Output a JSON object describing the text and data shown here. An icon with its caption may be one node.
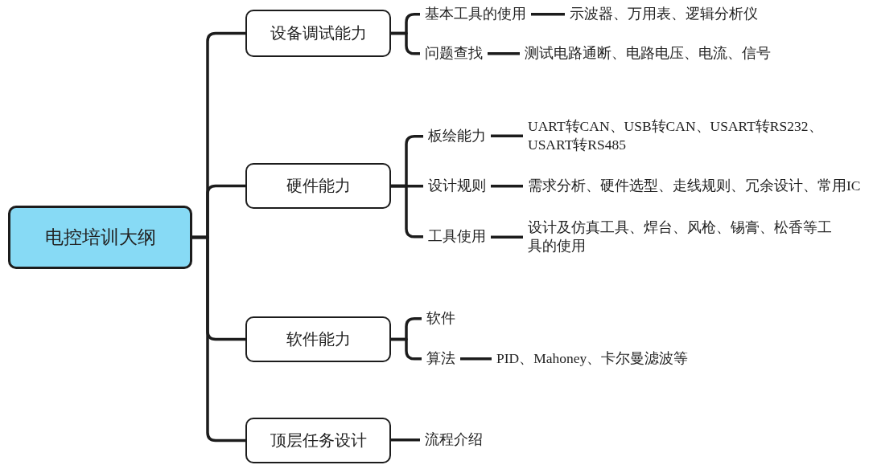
{
  "diagram": {
    "nodes": [
      {
        "text": [
          "电控培训大纲"
        ]
      },
      {
        "text": [
          "设备调试能力"
        ]
      },
      {
        "text": [
          "基本工具的使用"
        ]
      },
      {
        "text": [
          "示波器、万用表、逻辑分析仪"
        ]
      },
      {
        "text": [
          "问题查找"
        ]
      },
      {
        "text": [
          "测试电路通断、电路电压、电流、信号"
        ]
      },
      {
        "text": [
          "硬件能力"
        ]
      },
      {
        "text": [
          "板绘能力"
        ]
      },
      {
        "text": [
          "UART转CAN、USB转CAN、USART转RS232、USART转RS485"
        ]
      },
      {
        "text": [
          "设计规则"
        ]
      },
      {
        "text": [
          "需求分析、硬件选型、走线规则、冗余设计、常用IC"
        ]
      },
      {
        "text": [
          "工具使用"
        ]
      },
      {
        "text": [
          "设计及仿真工具、焊台、风枪、锡膏、松香等工具的使用"
        ]
      },
      {
        "text": [
          "软件能力"
        ]
      },
      {
        "text": [
          "软件"
        ]
      },
      {
        "text": [
          "算法"
        ]
      },
      {
        "text": [
          "PID、Mahoney、卡尔曼滤波等"
        ]
      },
      {
        "text": [
          "顶层任务设计"
        ]
      },
      {
        "text": [
          "流程介绍"
        ]
      }
    ],
    "edges": [
      {
        "from": 0,
        "to": 1,
        "arrow": "none"
      },
      {
        "from": 0,
        "to": 6,
        "arrow": "none"
      },
      {
        "from": 0,
        "to": 13,
        "arrow": "none"
      },
      {
        "from": 0,
        "to": 17,
        "arrow": "none"
      },
      {
        "from": 1,
        "to": 2,
        "arrow": "none"
      },
      {
        "from": 1,
        "to": 4,
        "arrow": "none"
      },
      {
        "from": 2,
        "to": 3,
        "arrow": "none"
      },
      {
        "from": 4,
        "to": 5,
        "arrow": "none"
      },
      {
        "from": 6,
        "to": 7,
        "arrow": "none"
      },
      {
        "from": 6,
        "to": 9,
        "arrow": "none"
      },
      {
        "from": 6,
        "to": 11,
        "arrow": "none"
      },
      {
        "from": 7,
        "to": 8,
        "arrow": "none"
      },
      {
        "from": 9,
        "to": 10,
        "arrow": "none"
      },
      {
        "from": 11,
        "to": 12,
        "arrow": "none"
      },
      {
        "from": 13,
        "to": 14,
        "arrow": "none"
      },
      {
        "from": 13,
        "to": 15,
        "arrow": "none"
      },
      {
        "from": 15,
        "to": 16,
        "arrow": "none"
      },
      {
        "from": 17,
        "to": 18,
        "arrow": "none"
      }
    ]
  }
}
